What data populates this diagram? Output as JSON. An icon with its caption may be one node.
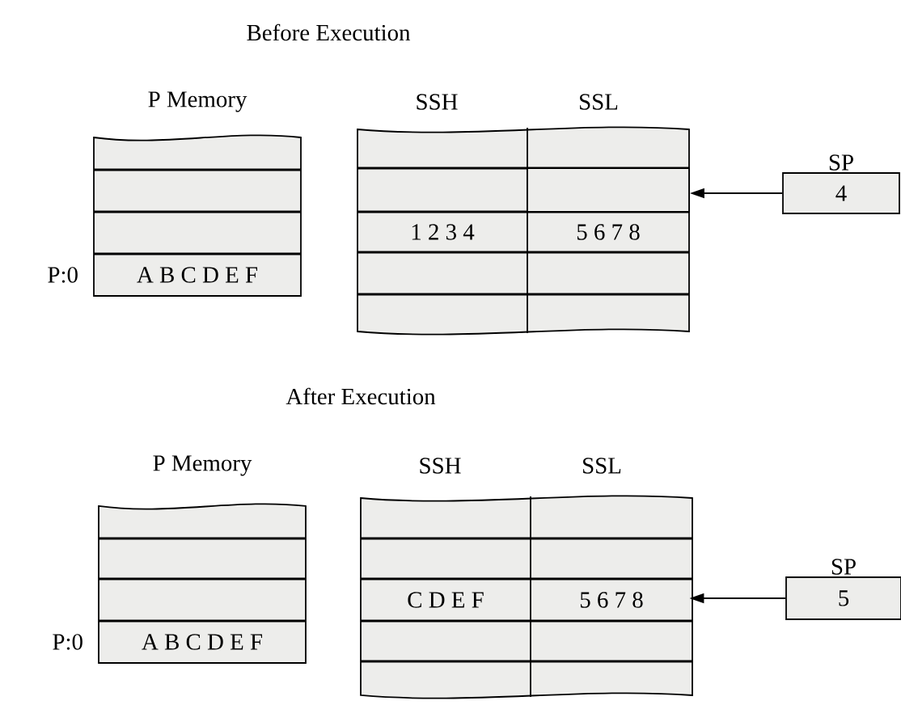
{
  "diagram": {
    "nodes": [
      {
        "text": [
          "SP",
          "4"
        ]
      },
      {
        "text": [],
        "shape": "box"
      },
      {
        "text": [
          "1 2 3 4"
        ]
      },
      {
        "text": [
          "5 6 7 8"
        ]
      },
      {
        "text": [
          "A B C D E F"
        ],
        "beside": [
          "P:0"
        ]
      },
      {
        "text": [
          "SP",
          "5"
        ]
      },
      {
        "text": [
          "C D E F"
        ]
      },
      {
        "text": [
          "5 6 7 8"
        ]
      },
      {
        "text": [
          "A B C D E F"
        ],
        "beside": [
          "P:0"
        ]
      }
    ],
    "edges": [
      {
        "from": 0,
        "to": 1,
        "arrow": "to"
      },
      {
        "from": 5,
        "to": 7,
        "arrow": "to"
      }
    ],
    "labels": [
      "Before Execution",
      "P Memory",
      "SSH",
      "SSL",
      "After Execution",
      "P Memory",
      "SSH",
      "SSL"
    ]
  }
}
